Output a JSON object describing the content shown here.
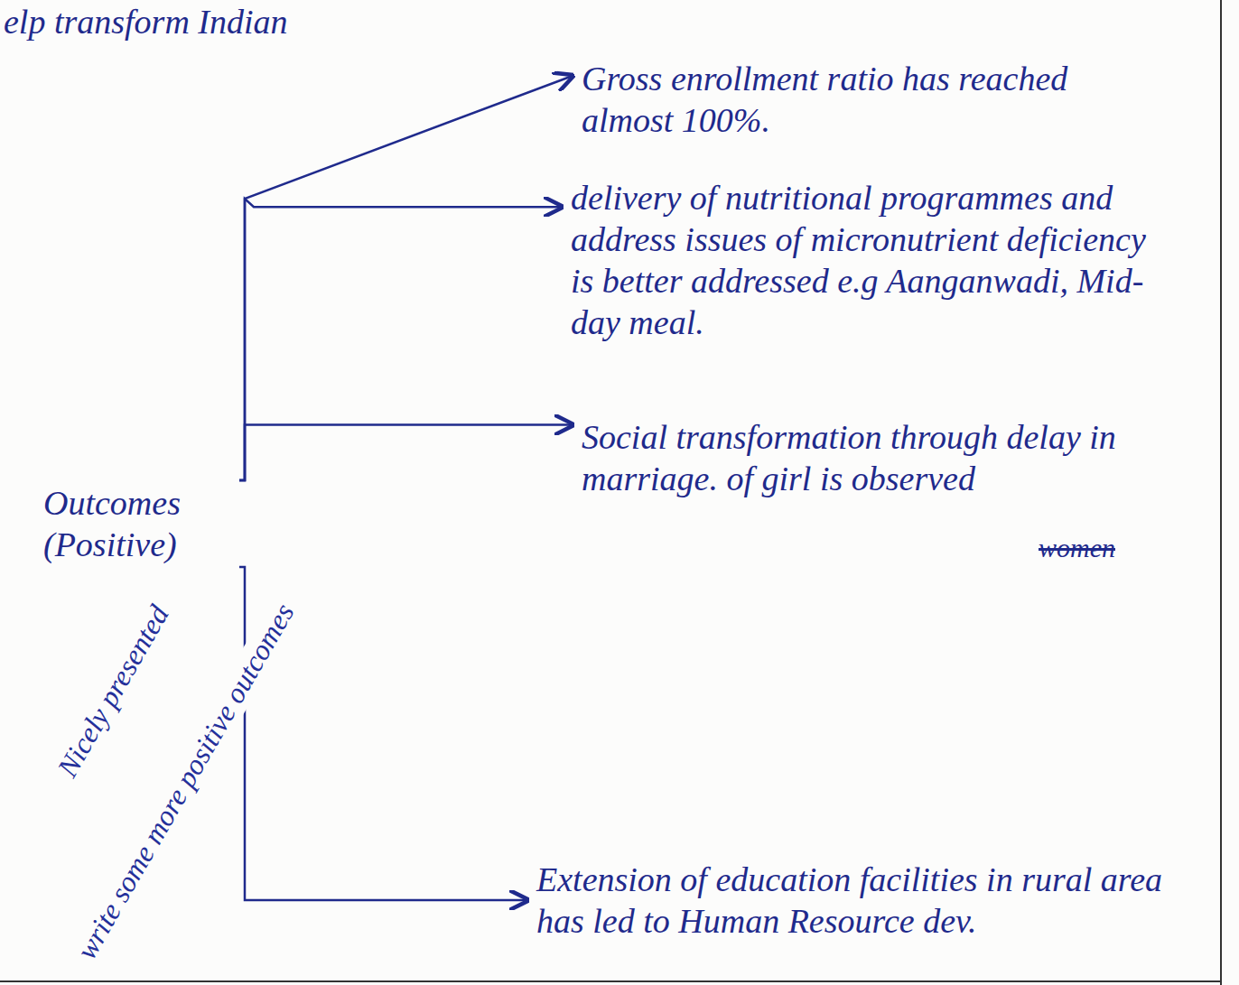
{
  "diagram": {
    "nodes": [
      {
        "text": [
          "Outcomes (Positive)"
        ]
      },
      {
        "text": [
          "Gross enrollment ratio has reached almost 100%."
        ]
      },
      {
        "text": [
          "delivery of nutritional programmes and address issues of micronutrient deficiency is better addressed e.g Aanganwadi, Mid-day meal."
        ]
      },
      {
        "text": [
          "Social transformation through delay in marriage. of girl is observed"
        ]
      },
      {
        "text": [
          "Extension of education facilities in rural area has led to Human Resource dev."
        ]
      }
    ],
    "edges": [
      {
        "from": 0,
        "to": 1,
        "arrow": "to"
      },
      {
        "from": 0,
        "to": 2,
        "arrow": "to"
      },
      {
        "from": 0,
        "to": 3,
        "arrow": "to"
      },
      {
        "from": 0,
        "to": 4,
        "arrow": "to"
      }
    ],
    "labels": [
      "elp transform Indian",
      "Nicely presented",
      "write some more positive outcomes",
      "women"
    ]
  }
}
